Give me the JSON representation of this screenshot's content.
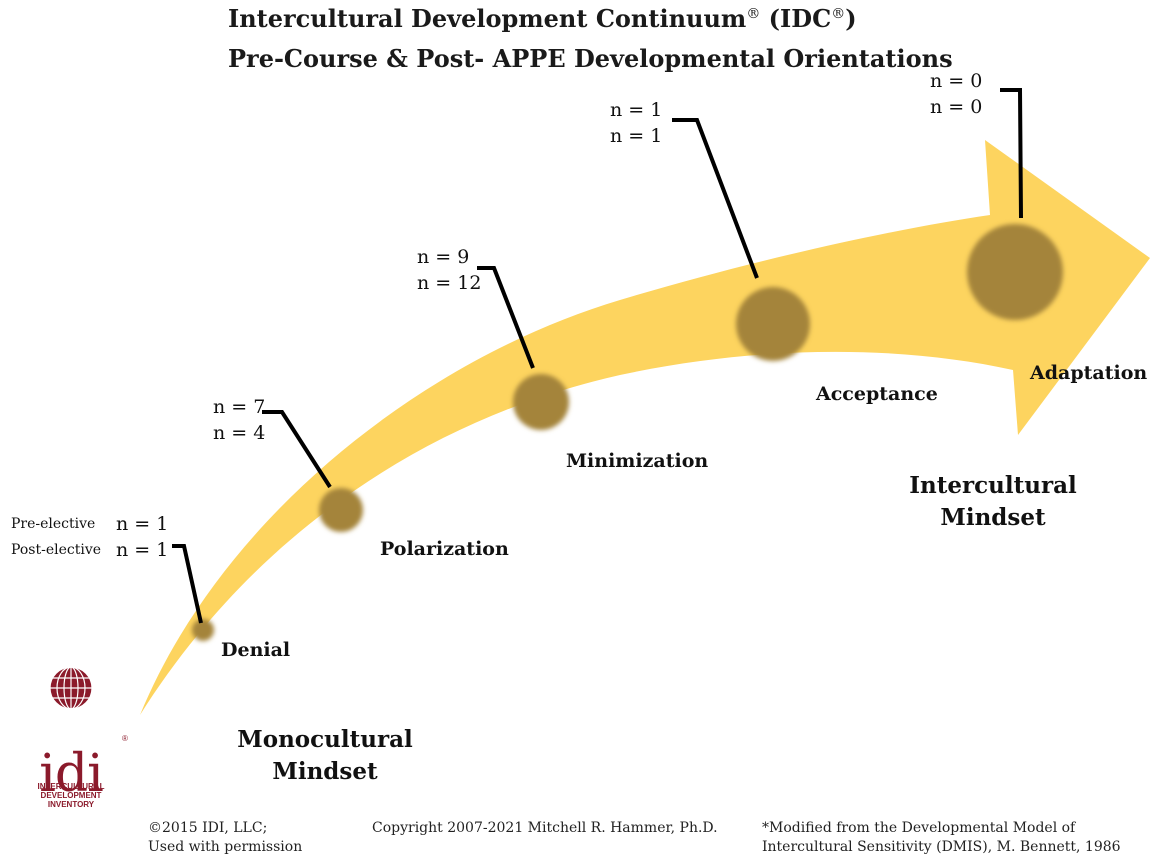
{
  "title": {
    "line1_main": "Intercultural Development Continuum",
    "line1_reg1": "®",
    "line1_mid": " (IDC",
    "line1_reg2": "®",
    "line1_end": ")",
    "line2": "Pre-Course & Post- APPE Developmental Orientations"
  },
  "legend": {
    "pre_label": "Pre-elective",
    "post_label": "Post-elective"
  },
  "stages": [
    {
      "name": "Denial",
      "pre": "n = 1",
      "post": "n = 1"
    },
    {
      "name": "Polarization",
      "pre": "n = 7",
      "post": "n = 4"
    },
    {
      "name": "Minimization",
      "pre": "n = 9",
      "post": "n = 12"
    },
    {
      "name": "Acceptance",
      "pre": "n = 1",
      "post": "n = 1"
    },
    {
      "name": "Adaptation",
      "pre": "n = 0",
      "post": "n = 0"
    }
  ],
  "mindsets": {
    "mono_line1": "Monocultural",
    "mono_line2": "Mindset",
    "inter_line1": "Intercultural",
    "inter_line2": "Mindset"
  },
  "logo": {
    "letters": "idi",
    "reg": "®",
    "sub1": "INTERCULTURAL",
    "sub2": "DEVELOPMENT",
    "sub3": "INVENTORY"
  },
  "footer": {
    "idi_line1": "©2015 IDI, LLC;",
    "idi_line2": "Used with permission",
    "copyright": "Copyright 2007-2021 Mitchell R. Hammer, Ph.D.",
    "dmis_line1": "*Modified from the  Developmental Model of",
    "dmis_line2": "Intercultural Sensitivity  (DMIS), M. Bennett, 1986"
  },
  "colors": {
    "arrow": "#fdd45f",
    "dot": "#a4843b",
    "logo": "#8b1a2b",
    "leader": "#000000"
  }
}
